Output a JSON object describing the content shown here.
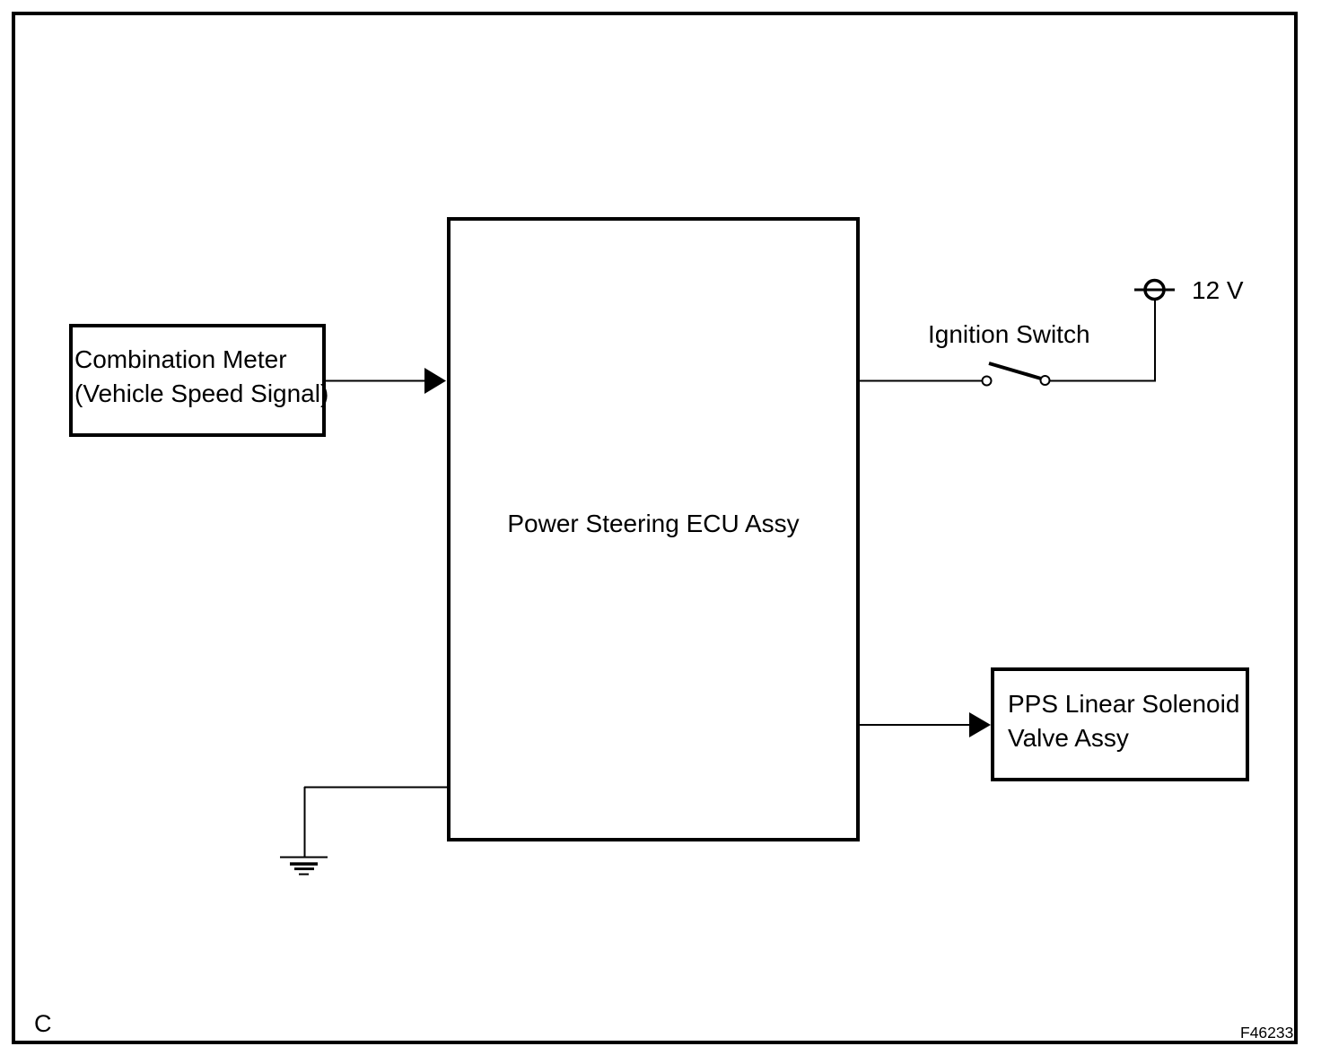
{
  "diagram": {
    "type": "block-wiring-diagram",
    "boxes": {
      "combination_meter": {
        "line1": "Combination Meter",
        "line2": "(Vehicle Speed Signal)"
      },
      "ecu": {
        "label": "Power Steering ECU Assy"
      },
      "pps_valve": {
        "line1": "PPS Linear Solenoid",
        "line2": "Valve Assy"
      }
    },
    "labels": {
      "ignition_switch": "Ignition Switch",
      "voltage": "12 V",
      "corner_marker": "C",
      "figure_code": "F46233"
    },
    "icons": {
      "power_source": "power-source-icon",
      "ignition_switch": "ignition-switch-icon",
      "ground": "ground-icon",
      "arrowhead": "arrowhead-icon"
    },
    "colors": {
      "background": "#ffffff",
      "line": "#000000",
      "text": "#000000"
    }
  }
}
